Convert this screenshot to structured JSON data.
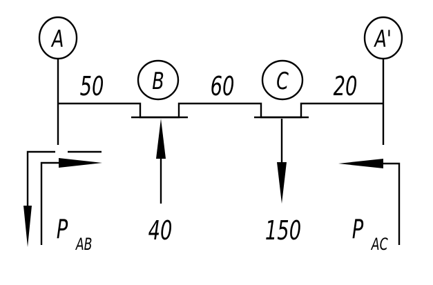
{
  "nodes": {
    "a": "A",
    "b": "B",
    "c": "C",
    "a_prime": "A'"
  },
  "spans": {
    "ab": "50",
    "bc": "60",
    "ca": "20"
  },
  "loads": {
    "b": "40",
    "c": "150"
  },
  "reactions": {
    "ab": {
      "main": "P",
      "sub": "AB"
    },
    "ac": {
      "main": "P",
      "sub": "AC"
    }
  }
}
